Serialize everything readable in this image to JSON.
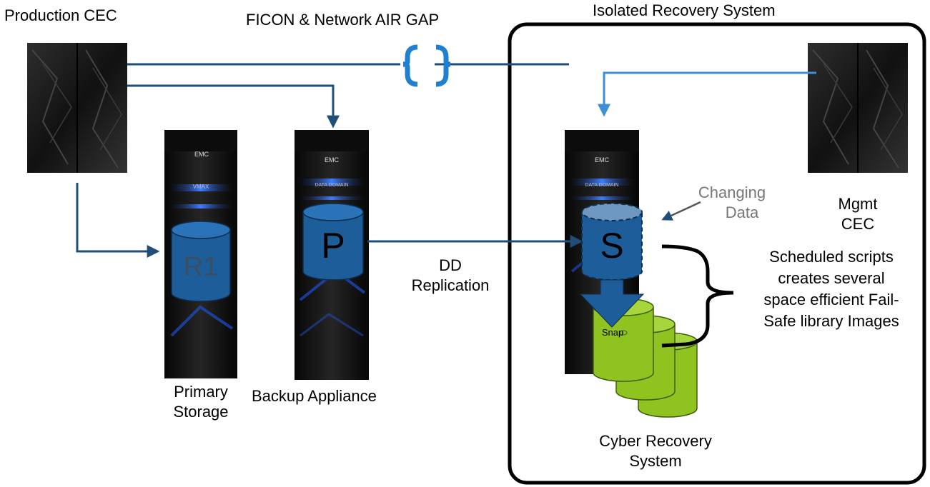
{
  "labels": {
    "production_cec": "Production CEC",
    "air_gap": "FICON & Network AIR GAP",
    "isolated_recovery_system": "Isolated Recovery System",
    "primary_storage": [
      "Primary",
      "Storage"
    ],
    "backup_appliance": "Backup Appliance",
    "dd_replication": [
      "DD",
      "Replication"
    ],
    "changing_data": [
      "Changing",
      "Data"
    ],
    "mgmt_cec": [
      "Mgmt",
      "CEC"
    ],
    "scheduled_scripts": [
      "Scheduled scripts",
      "creates several",
      "space efficient Fail-",
      "Safe library Images"
    ],
    "cyber_recovery_system": [
      "Cyber Recovery",
      "System"
    ]
  },
  "volumes": {
    "primary": "R1",
    "backup": "P",
    "replica": "S",
    "snap": "Snap"
  },
  "rack_badges": {
    "vendor": "EMC",
    "vmax": "VMAX",
    "data_domain": "DATA DOMAIN"
  },
  "colors": {
    "dark_blue_link": "#1f4e79",
    "light_blue_link": "#3c8fd8",
    "air_gap_bracket": "#1f7fd0",
    "volume_blue": "#1d5d99",
    "snap_green": "#8fc31f",
    "rack_black": "#141414",
    "rack_glow": "#2a6cff"
  }
}
